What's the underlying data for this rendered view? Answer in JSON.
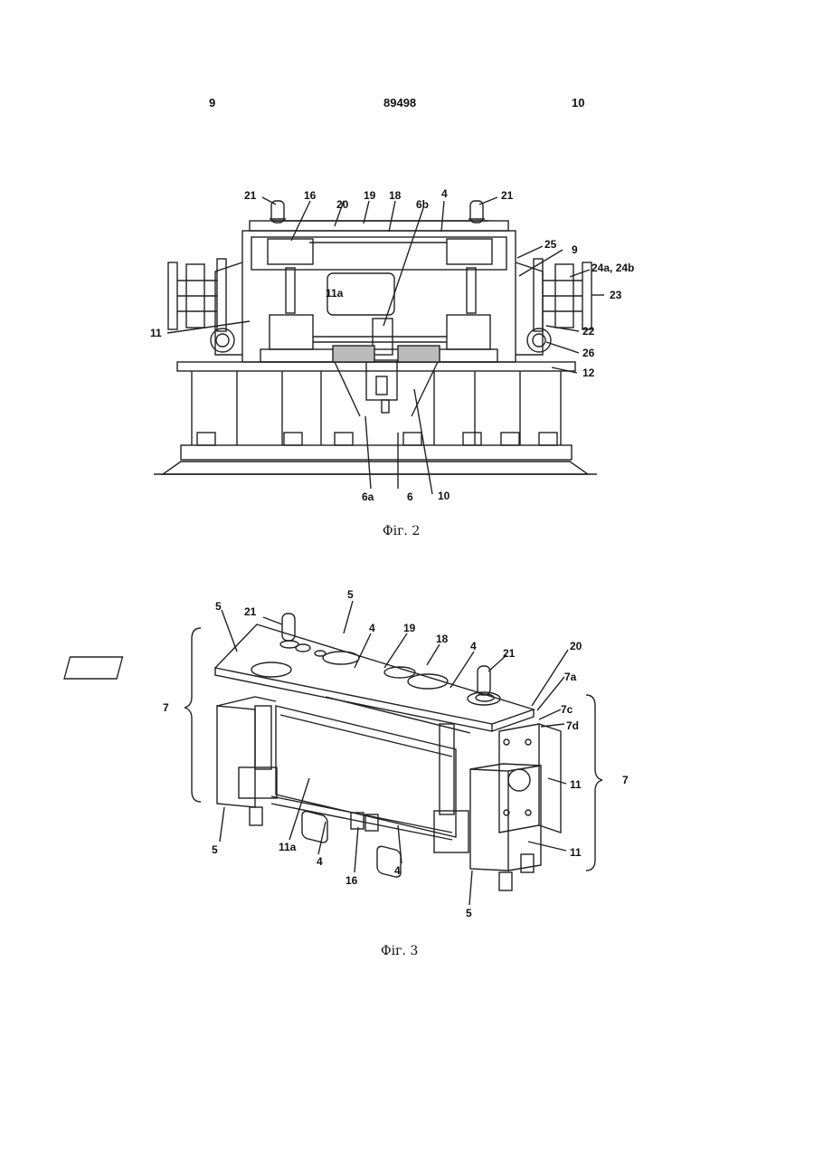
{
  "header": {
    "page_left": "9",
    "patent_number": "89498",
    "page_right": "10"
  },
  "figure2": {
    "caption": "Фіг. 2",
    "labels": {
      "l21a": "21",
      "l16": "16",
      "l20": "20",
      "l19": "19",
      "l18": "18",
      "l6b": "6b",
      "l4": "4",
      "l21b": "21",
      "l25": "25",
      "l9": "9",
      "l24": "24a, 24b",
      "l23": "23",
      "l11a": "11a",
      "l11": "11",
      "l22": "22",
      "l26": "26",
      "l12": "12",
      "l6a": "6a",
      "l6": "6",
      "l10": "10"
    }
  },
  "figure3": {
    "caption": "Фіг. 3",
    "labels": {
      "l5a": "5",
      "l21a": "21",
      "l5b": "5",
      "l19": "19",
      "l18": "18",
      "l4a": "4",
      "l4b": "4",
      "l21b": "21",
      "l20": "20",
      "l7a": "7a",
      "l7c": "7c",
      "l7d": "7d",
      "l7left": "7",
      "l7right": "7",
      "l11a": "11",
      "l11b": "11",
      "l5c": "5",
      "l11sub": "11a",
      "l4c": "4",
      "l16": "16",
      "l4d": "4",
      "l5d": "5"
    }
  }
}
